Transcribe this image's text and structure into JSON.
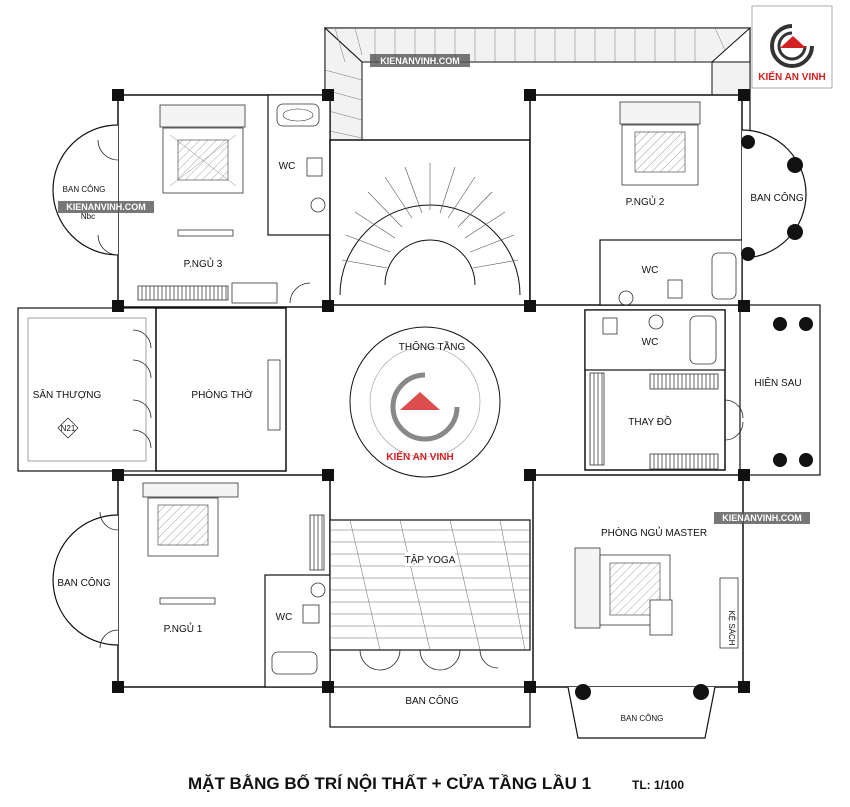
{
  "title": "MẶT BẰNG BỐ TRÍ NỘI THẤT + CỬA TẦNG LẦU 1",
  "scale": "TL: 1/100",
  "logo": {
    "brand": "KIẾN AN VINH",
    "color": "#d32222"
  },
  "watermark": {
    "text": "KIENANVINH.COM",
    "center_brand": "KIẾN AN VINH"
  },
  "rooms": {
    "bedroom3": "P.NGỦ 3",
    "bedroom2": "P.NGỦ 2",
    "bedroom1": "P.NGỦ 1",
    "master": "PHÒNG NGỦ MASTER",
    "wc_top_left": "WC",
    "wc_top_right": "WC",
    "wc_mid_right": "WC",
    "wc_bottom_left": "WC",
    "balcony_top_left": "BAN CÔNG",
    "balcony_top_right": "BAN CÔNG",
    "balcony_bottom_left": "BAN CÔNG",
    "balcony_bottom_center": "BAN CÔNG",
    "balcony_bottom_right": "BAN CÔNG",
    "terrace": "SÂN THƯỢNG",
    "worship": "PHÒNG THỜ",
    "void": "THÔNG TẦNG",
    "yoga": "TẬP YOGA",
    "dressing": "THAY ĐỒ",
    "rear_porch": "HIÊN SAU",
    "bookshelf": "KỆ SÁCH"
  },
  "tags": {
    "terrace_level": "N21",
    "balcony_level": "Nbc"
  }
}
